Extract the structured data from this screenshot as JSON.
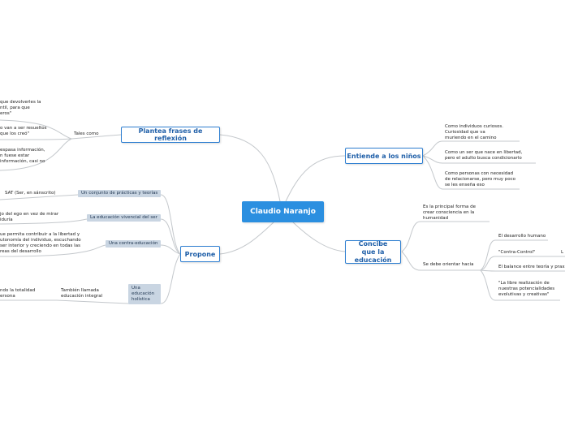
{
  "colors": {
    "accent": "#2b8fe0",
    "border": "#2f7fd1",
    "tag_bg": "#c9d5e2",
    "line": "#c4c8cc"
  },
  "central": "Claudio Naranjo",
  "plantea": {
    "label": "Plantea frases de reflexión",
    "tales": "Tales como",
    "quotes": [
      "que devolverles la\nntil, para que\neros\"",
      "o van a ser resueltos\nque los creó\"",
      "espasa información,\nn fuese estar\ninformación, casi no"
    ]
  },
  "entiende": {
    "label": "Entiende a los niños",
    "items": [
      "Como individuos curiosos.\nCuriosidad que va\nmuriendo en el camino",
      "Como un ser que nace en libertad,\npero el adulto busca condicionarlo",
      "Como personas con necesidad\nde relacionarse, pero muy poco\nse les enseña eso"
    ]
  },
  "concibe": {
    "label": "Concibe que la educación",
    "first": "Es la principal forma de\ncrear consciencia en la\nhumanidad",
    "orientar": "Se debe orientar hacia",
    "items": [
      "El desarrollo humano",
      "\"Contra-Control\"",
      "El balance entre teoría y prax",
      "\"La libre realización de\nnuestras potencialidades\nevolutivas y creativas\""
    ],
    "cut": "L"
  },
  "propone": {
    "label": "Propone",
    "tags": [
      "Un conjunto de prácticas y teorías",
      "La educación vivencial del ser",
      "Una contra-educación",
      "Una educación holística"
    ],
    "sat": "SAT (Ser, en sánscrito)",
    "ego": "jo del ego en vez de mirar\niduría",
    "contra": "ue permita contribuir a la libertad y\nutonomía del individuo, escuchando\nser interior y creciendo en todas las\nreas del desarrollo",
    "tambien": "También llamada\neducación integral",
    "totalidad": "ndo la totalidad\nersona"
  }
}
